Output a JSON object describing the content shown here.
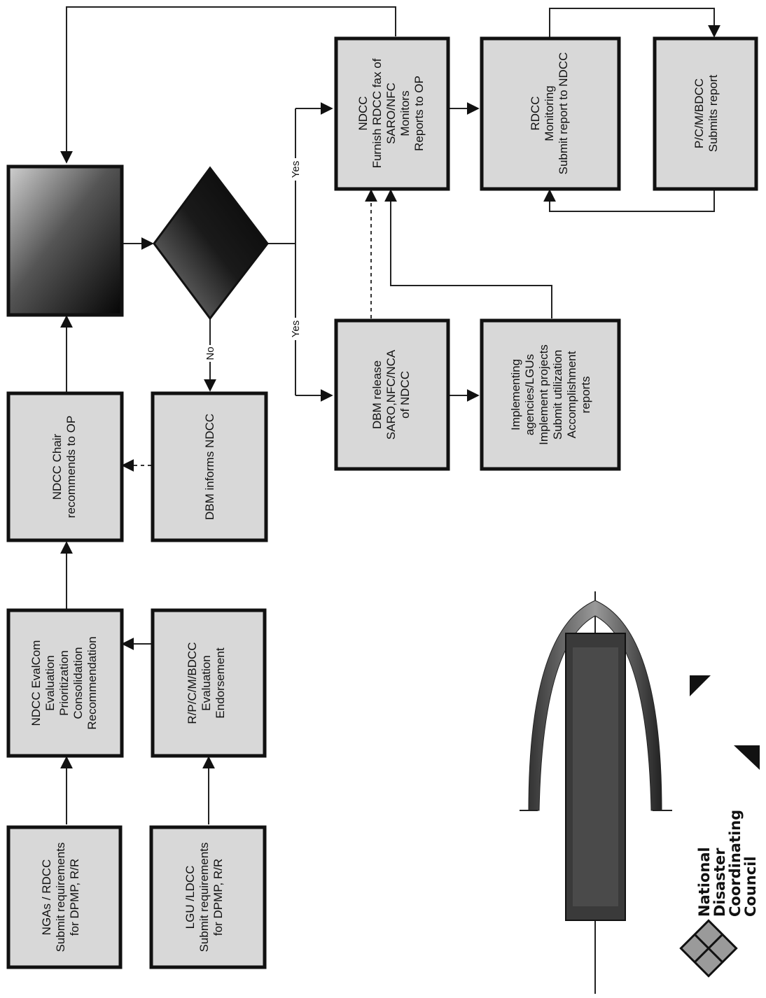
{
  "boxes": {
    "ngas_rdcc": [
      "NGAs / RDCC",
      "Submit requirements",
      "for DPMP, R/R"
    ],
    "lgu_ldcc": [
      "LGU /LDCC",
      "Submit requirements",
      "for DPMP, R/R"
    ],
    "ndcc_evalcom": [
      "NDCC EvalCom",
      "Evaluation",
      "Prioritization",
      "Consolidation",
      "Recommendation"
    ],
    "rpcmbdcc_eval": [
      "R/P/C/M/BDCC",
      "Evaluation",
      "Endorsement"
    ],
    "ndcc_chair": [
      "NDCC Chair",
      "recommends to OP"
    ],
    "dbm_informs": [
      "DBM informs NDCC"
    ],
    "dbm_release": [
      "DBM release",
      "SARO,NFC/NCA",
      "of NDCC"
    ],
    "implementing": [
      "Implementing",
      "agencies/LGUs",
      "Implement projects",
      "Submit utilization",
      "Accomplishment",
      "reports"
    ],
    "ndcc_furnish": [
      "NDCC",
      "Furnish RDCC fax of",
      "SARO/NFC",
      "Monitors",
      "Reports to OP"
    ],
    "rdcc_monitoring": [
      "RDCC",
      "Monitoring",
      "Submit report to NDCC"
    ],
    "pcmbdcc_report": [
      "P/C/M/BDCC",
      "Submits report"
    ]
  },
  "decision_labels": {
    "no": "No",
    "yes_left": "Yes",
    "yes_right": "Yes"
  },
  "logo": {
    "lines": [
      "National",
      "Disaster",
      "Coordinating",
      "Council"
    ]
  }
}
